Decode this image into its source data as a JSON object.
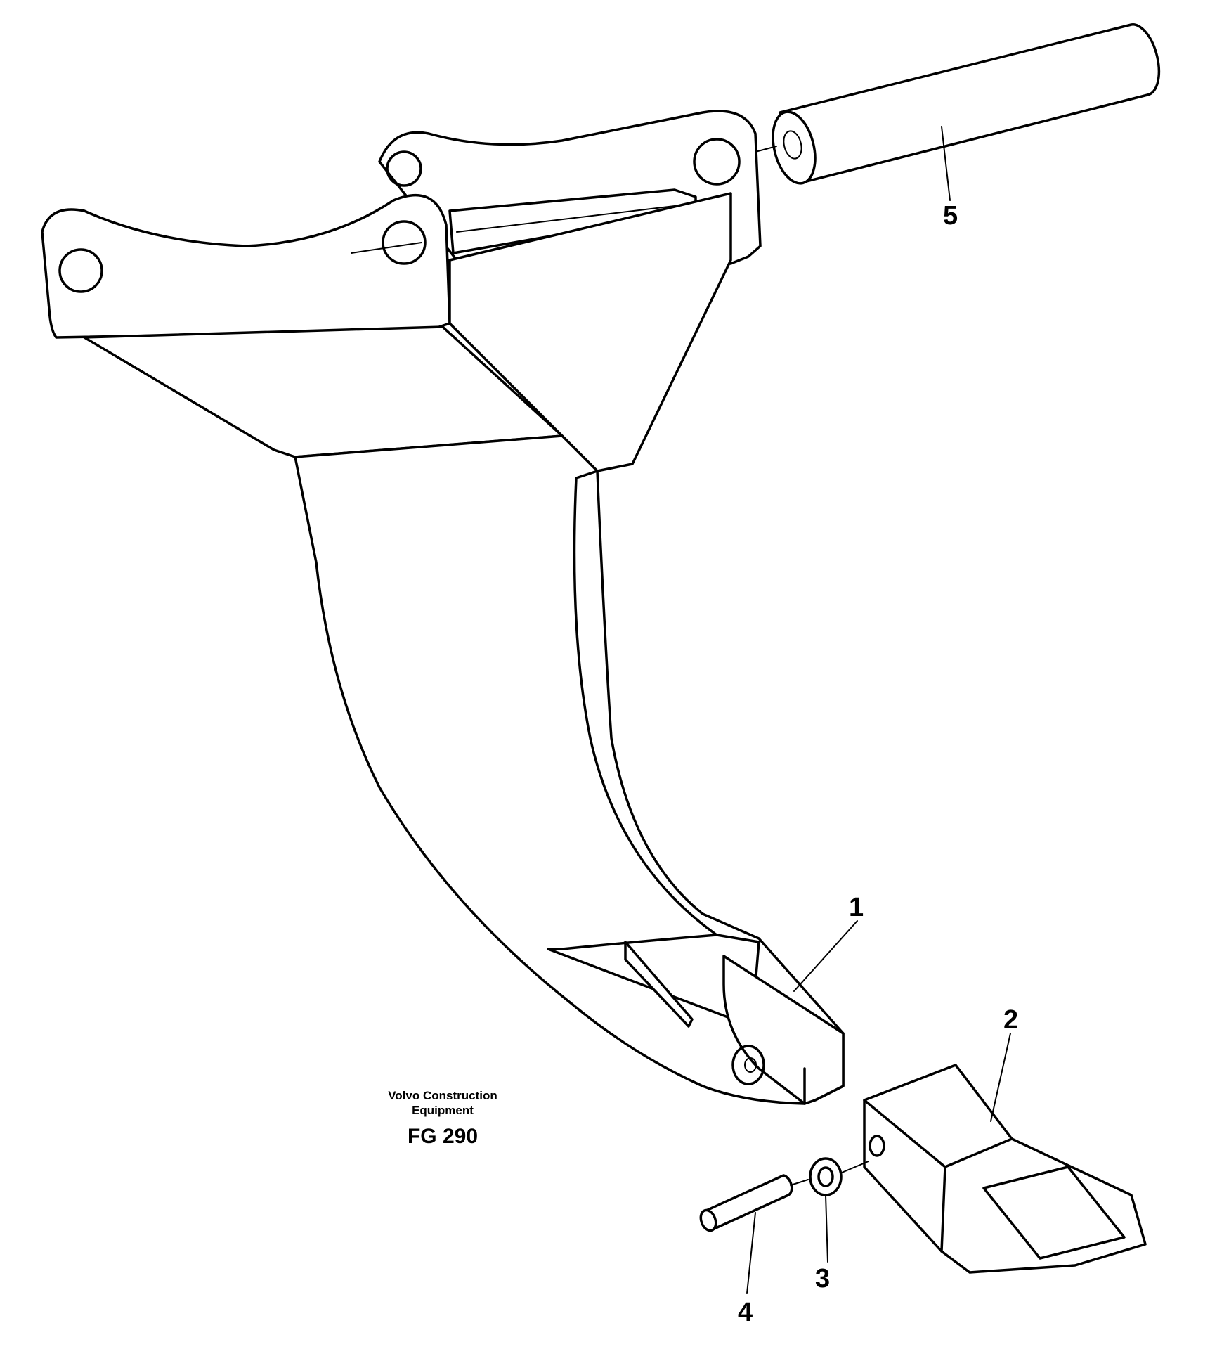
{
  "callouts": [
    {
      "id": "part-1",
      "label": "1"
    },
    {
      "id": "part-2",
      "label": "2"
    },
    {
      "id": "part-3",
      "label": "3"
    },
    {
      "id": "part-4",
      "label": "4"
    },
    {
      "id": "part-5",
      "label": "5"
    }
  ],
  "caption": {
    "line1": "Volvo Construction",
    "line2": "Equipment",
    "code": "FG 290"
  }
}
